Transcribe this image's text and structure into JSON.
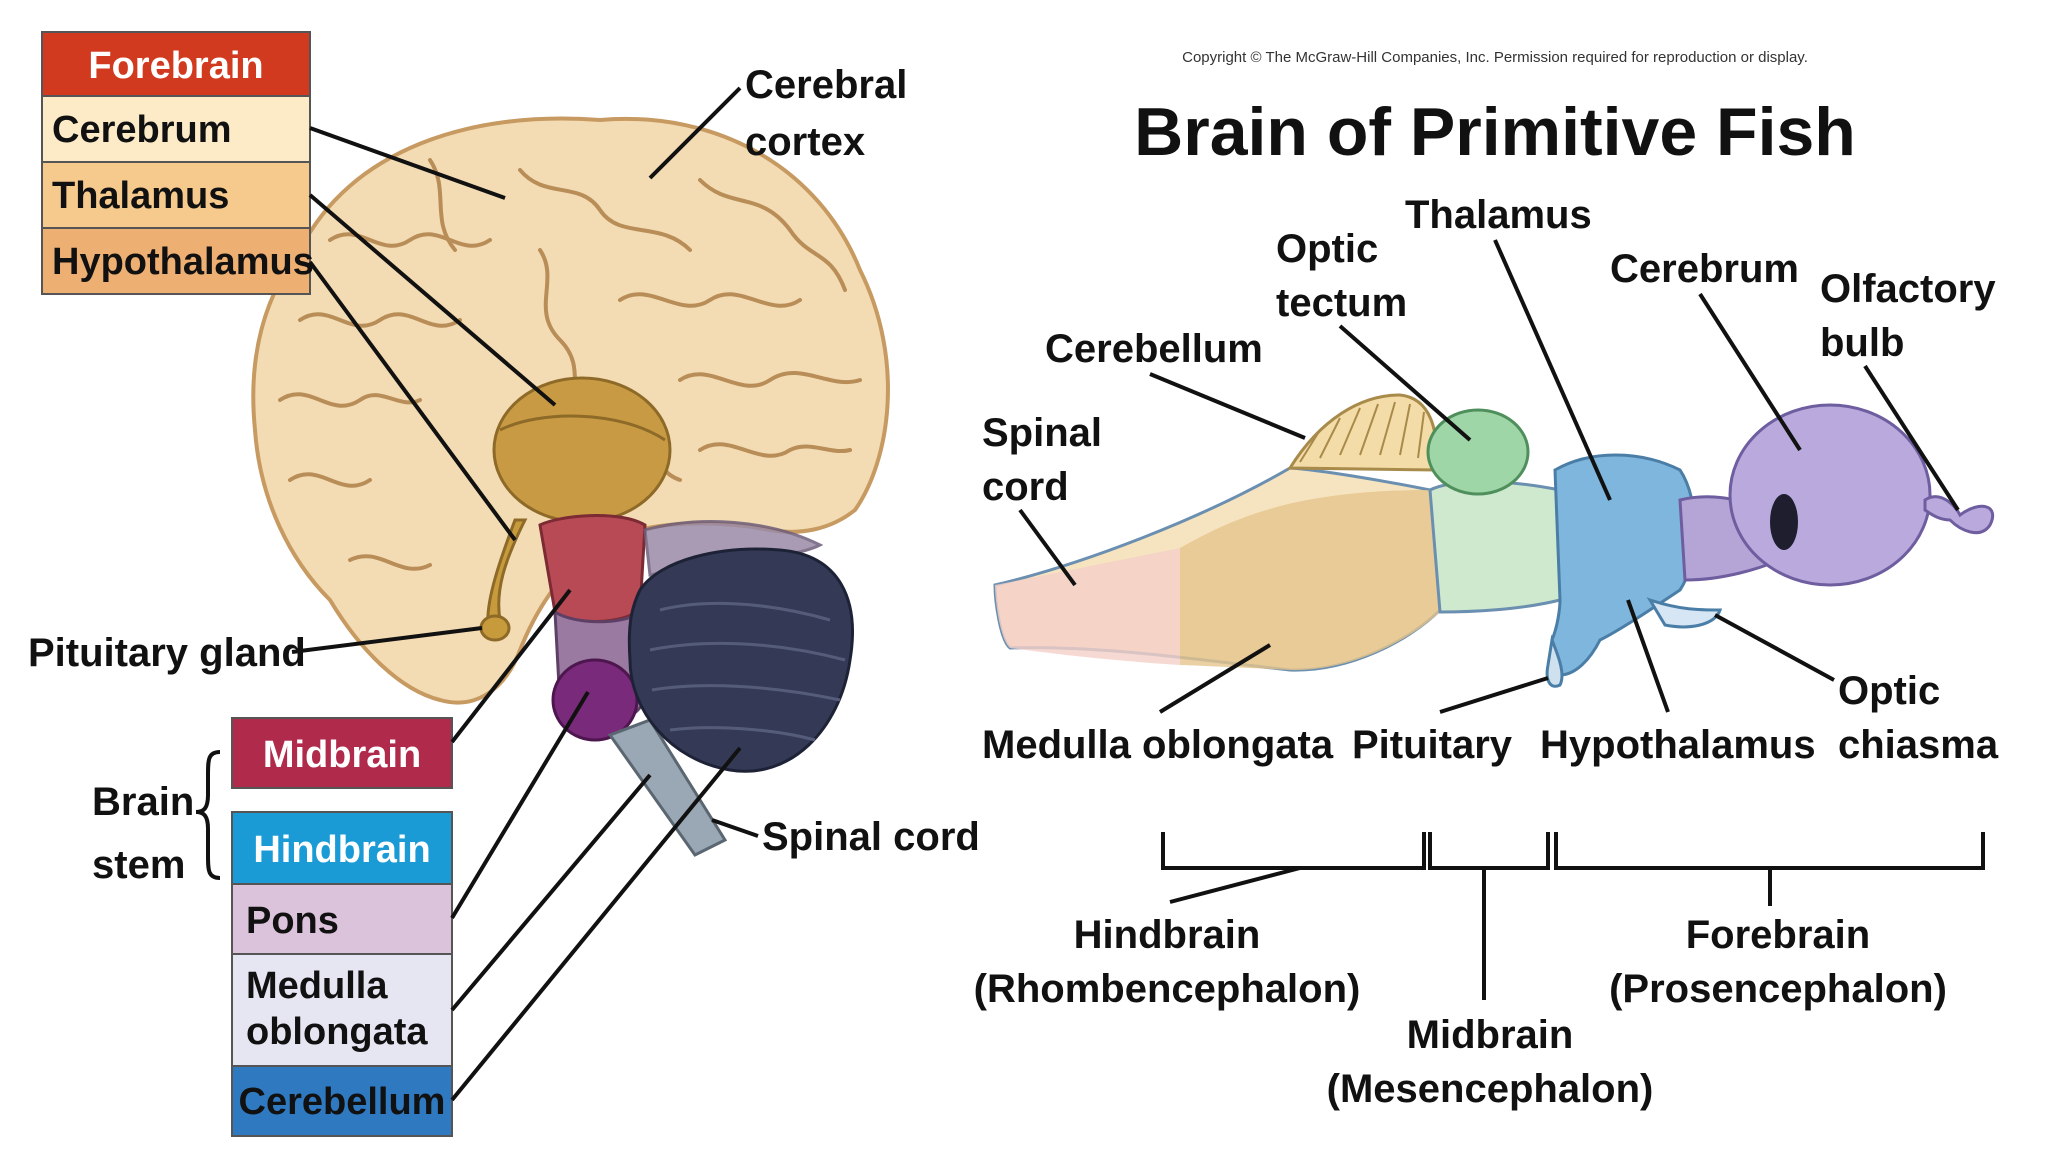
{
  "human_brain": {
    "forebrain_box": {
      "header": "Forebrain",
      "items": [
        "Cerebrum",
        "Thalamus",
        "Hypothalamus"
      ]
    },
    "labels": {
      "cerebral_cortex": [
        "Cerebral",
        "cortex"
      ],
      "pituitary_gland": "Pituitary gland",
      "spinal_cord": "Spinal cord",
      "brain_stem": [
        "Brain",
        "stem"
      ]
    },
    "midbrain_box": {
      "header": "Midbrain"
    },
    "hindbrain_box": {
      "header": "Hindbrain",
      "items": [
        "Pons",
        [
          "Medulla",
          "oblongata"
        ],
        "Cerebellum"
      ]
    },
    "colors": {
      "forebrain": "#d13a1e",
      "cerebrum": "#fdebc8",
      "thalamus": "#f6c98c",
      "hypothalamus": "#eeaf72",
      "midbrain": "#b02a4c",
      "hindbrain": "#1b9bd6",
      "pons": "#dcc3dc",
      "medulla": "#e6e6f2",
      "cerebellum": "#2f79c0"
    }
  },
  "fish_brain": {
    "copyright": "Copyright © The McGraw-Hill Companies, Inc. Permission required for reproduction or display.",
    "title": "Brain of Primitive Fish",
    "labels": {
      "thalamus": "Thalamus",
      "optic_tectum": [
        "Optic",
        "tectum"
      ],
      "cerebrum": "Cerebrum",
      "olfactory_bulb": [
        "Olfactory",
        "bulb"
      ],
      "cerebellum": "Cerebellum",
      "spinal_cord": [
        "Spinal",
        "cord"
      ],
      "medulla_oblongata": "Medulla oblongata",
      "pituitary": "Pituitary",
      "hypothalamus": "Hypothalamus",
      "optic_chiasma": [
        "Optic",
        "chiasma"
      ]
    },
    "divisions": {
      "hindbrain": [
        "Hindbrain",
        "(Rhombencephalon)"
      ],
      "midbrain": [
        "Midbrain",
        "(Mesencephalon)"
      ],
      "forebrain": [
        "Forebrain",
        "(Prosencephalon)"
      ]
    }
  }
}
